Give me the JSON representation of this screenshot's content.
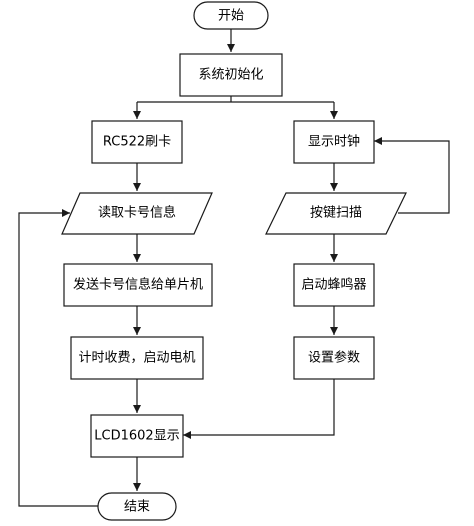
{
  "diagram": {
    "nodes": {
      "start": "开始",
      "init": "系统初始化",
      "rc522": "RC522刷卡",
      "clock": "显示时钟",
      "read": "读取卡号信息",
      "keys": "按键扫描",
      "send": "发送卡号信息给单片机",
      "buzzer": "启动蜂鸣器",
      "charge": "计时收费，启动电机",
      "params": "设置参数",
      "lcd": "LCD1602显示",
      "end": "结束"
    }
  }
}
